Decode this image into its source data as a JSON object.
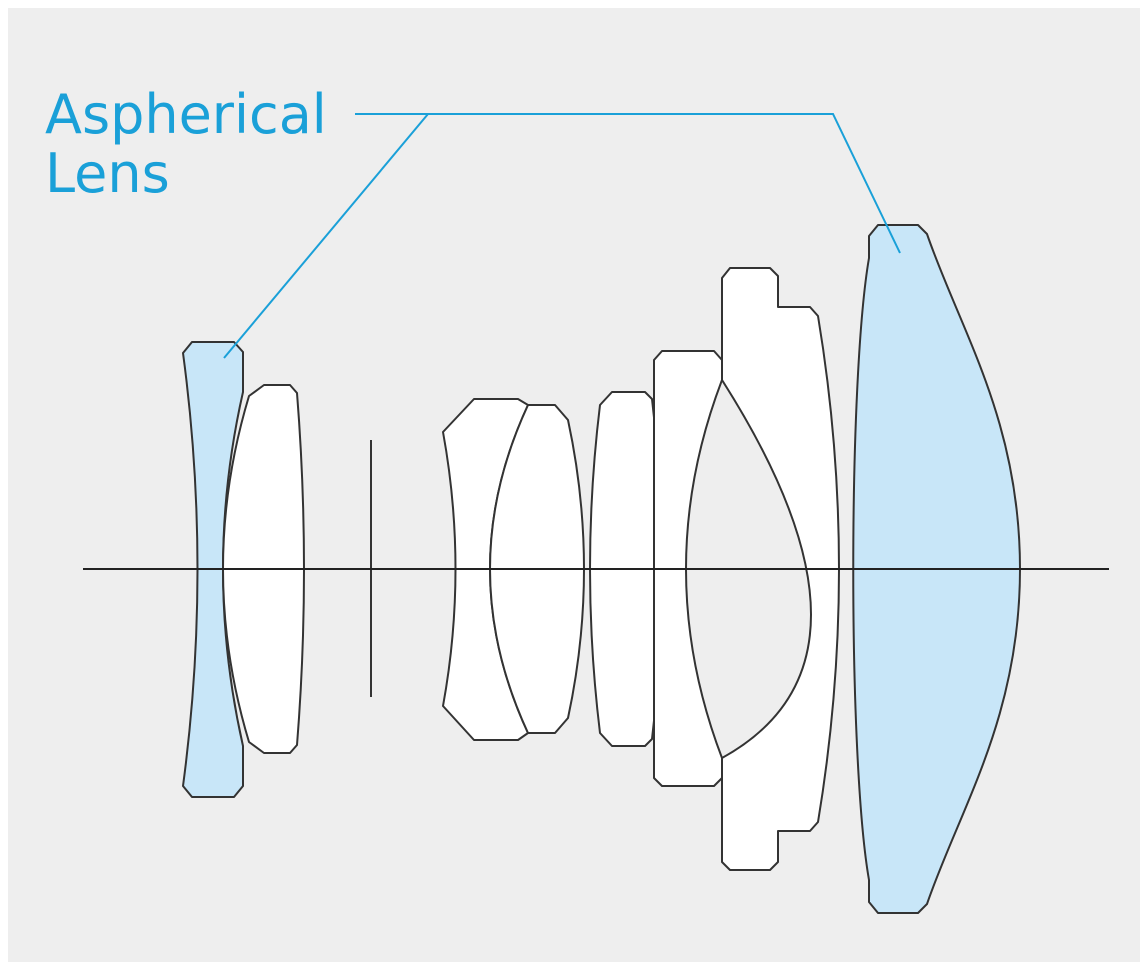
{
  "label": {
    "line1": "Aspherical",
    "line2": "Lens"
  },
  "colors": {
    "accent": "#1aa0d8",
    "aspherical_fill": "#c8e6f8",
    "background": "#eeeeee",
    "outline": "#333333"
  },
  "elements": [
    {
      "name": "front-aspherical-element",
      "aspherical": true
    },
    {
      "name": "element-2",
      "aspherical": false
    },
    {
      "name": "element-3",
      "aspherical": false
    },
    {
      "name": "element-4",
      "aspherical": false
    },
    {
      "name": "element-5",
      "aspherical": false
    },
    {
      "name": "element-6",
      "aspherical": false
    },
    {
      "name": "element-7",
      "aspherical": false
    },
    {
      "name": "rear-aspherical-element",
      "aspherical": true
    }
  ]
}
